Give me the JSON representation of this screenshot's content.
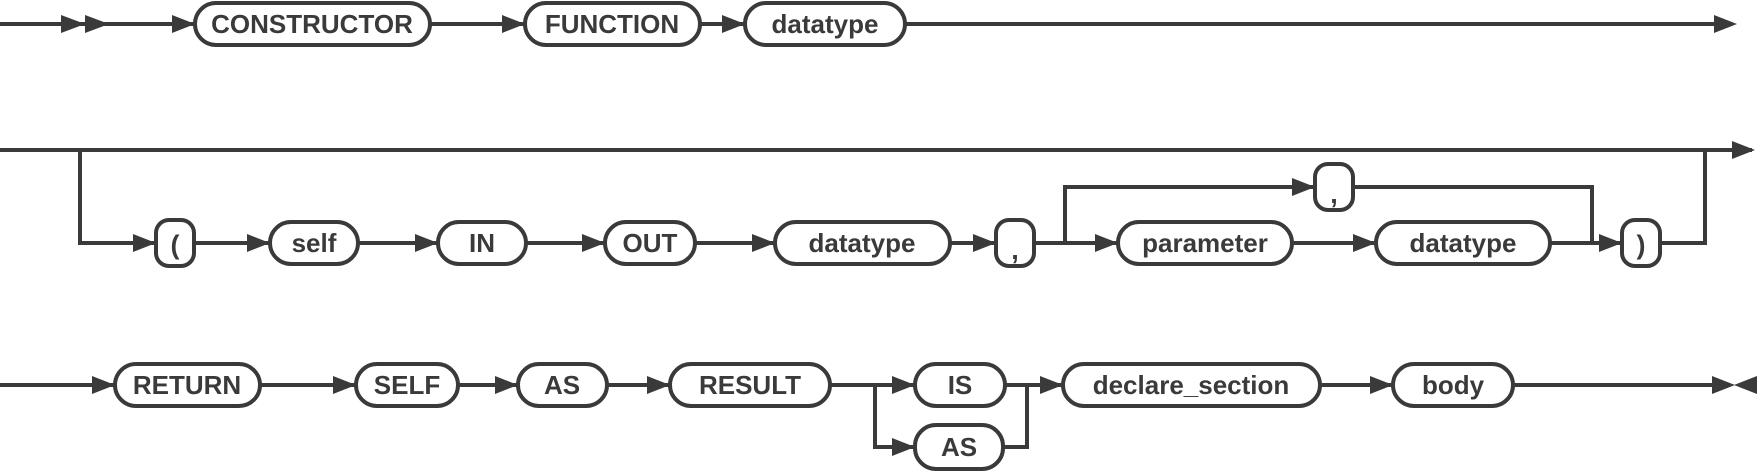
{
  "colors": {
    "line": "#3a3a3a",
    "box_fill": "#ffffff",
    "text": "#3a3a3a",
    "background": "#ffffff"
  },
  "row1": {
    "constructor": "CONSTRUCTOR",
    "function": "FUNCTION",
    "datatype": "datatype"
  },
  "row2": {
    "open_paren": "(",
    "self": "self",
    "in": "IN",
    "out": "OUT",
    "datatype1": "datatype",
    "comma": ",",
    "loop_comma": ",",
    "parameter": "parameter",
    "datatype2": "datatype",
    "close_paren": ")"
  },
  "row3": {
    "return": "RETURN",
    "self": "SELF",
    "as": "AS",
    "result": "RESULT",
    "is": "IS",
    "as2": "AS",
    "declare_section": "declare_section",
    "body": "body"
  }
}
